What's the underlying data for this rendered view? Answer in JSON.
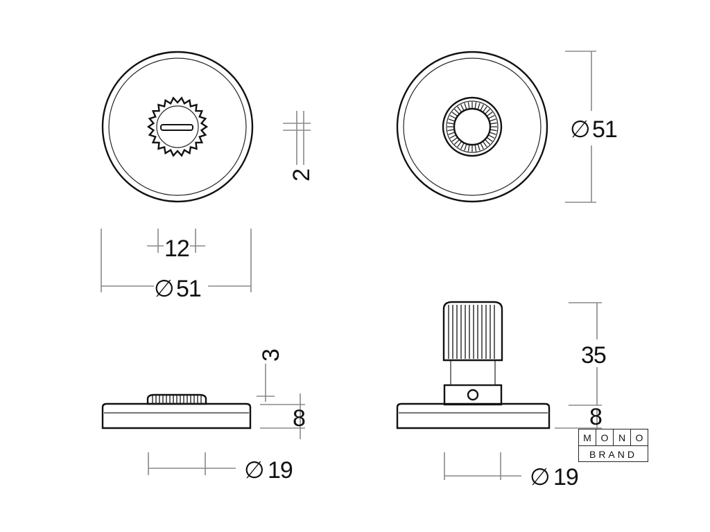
{
  "diagram": {
    "dimensions": {
      "front_slot_width": "12",
      "front_diameter": "51",
      "slot_depth": "2",
      "rear_diameter": "51",
      "side_knob_height": "3",
      "side_base_thickness": "8",
      "side_diameter": "19",
      "right_knob_height": "35",
      "right_base_thickness": "8",
      "right_diameter": "19"
    },
    "diameter_symbol": "∅"
  },
  "logo": {
    "row1": [
      "M",
      "O",
      "N",
      "O"
    ],
    "row2": "BRAND"
  }
}
